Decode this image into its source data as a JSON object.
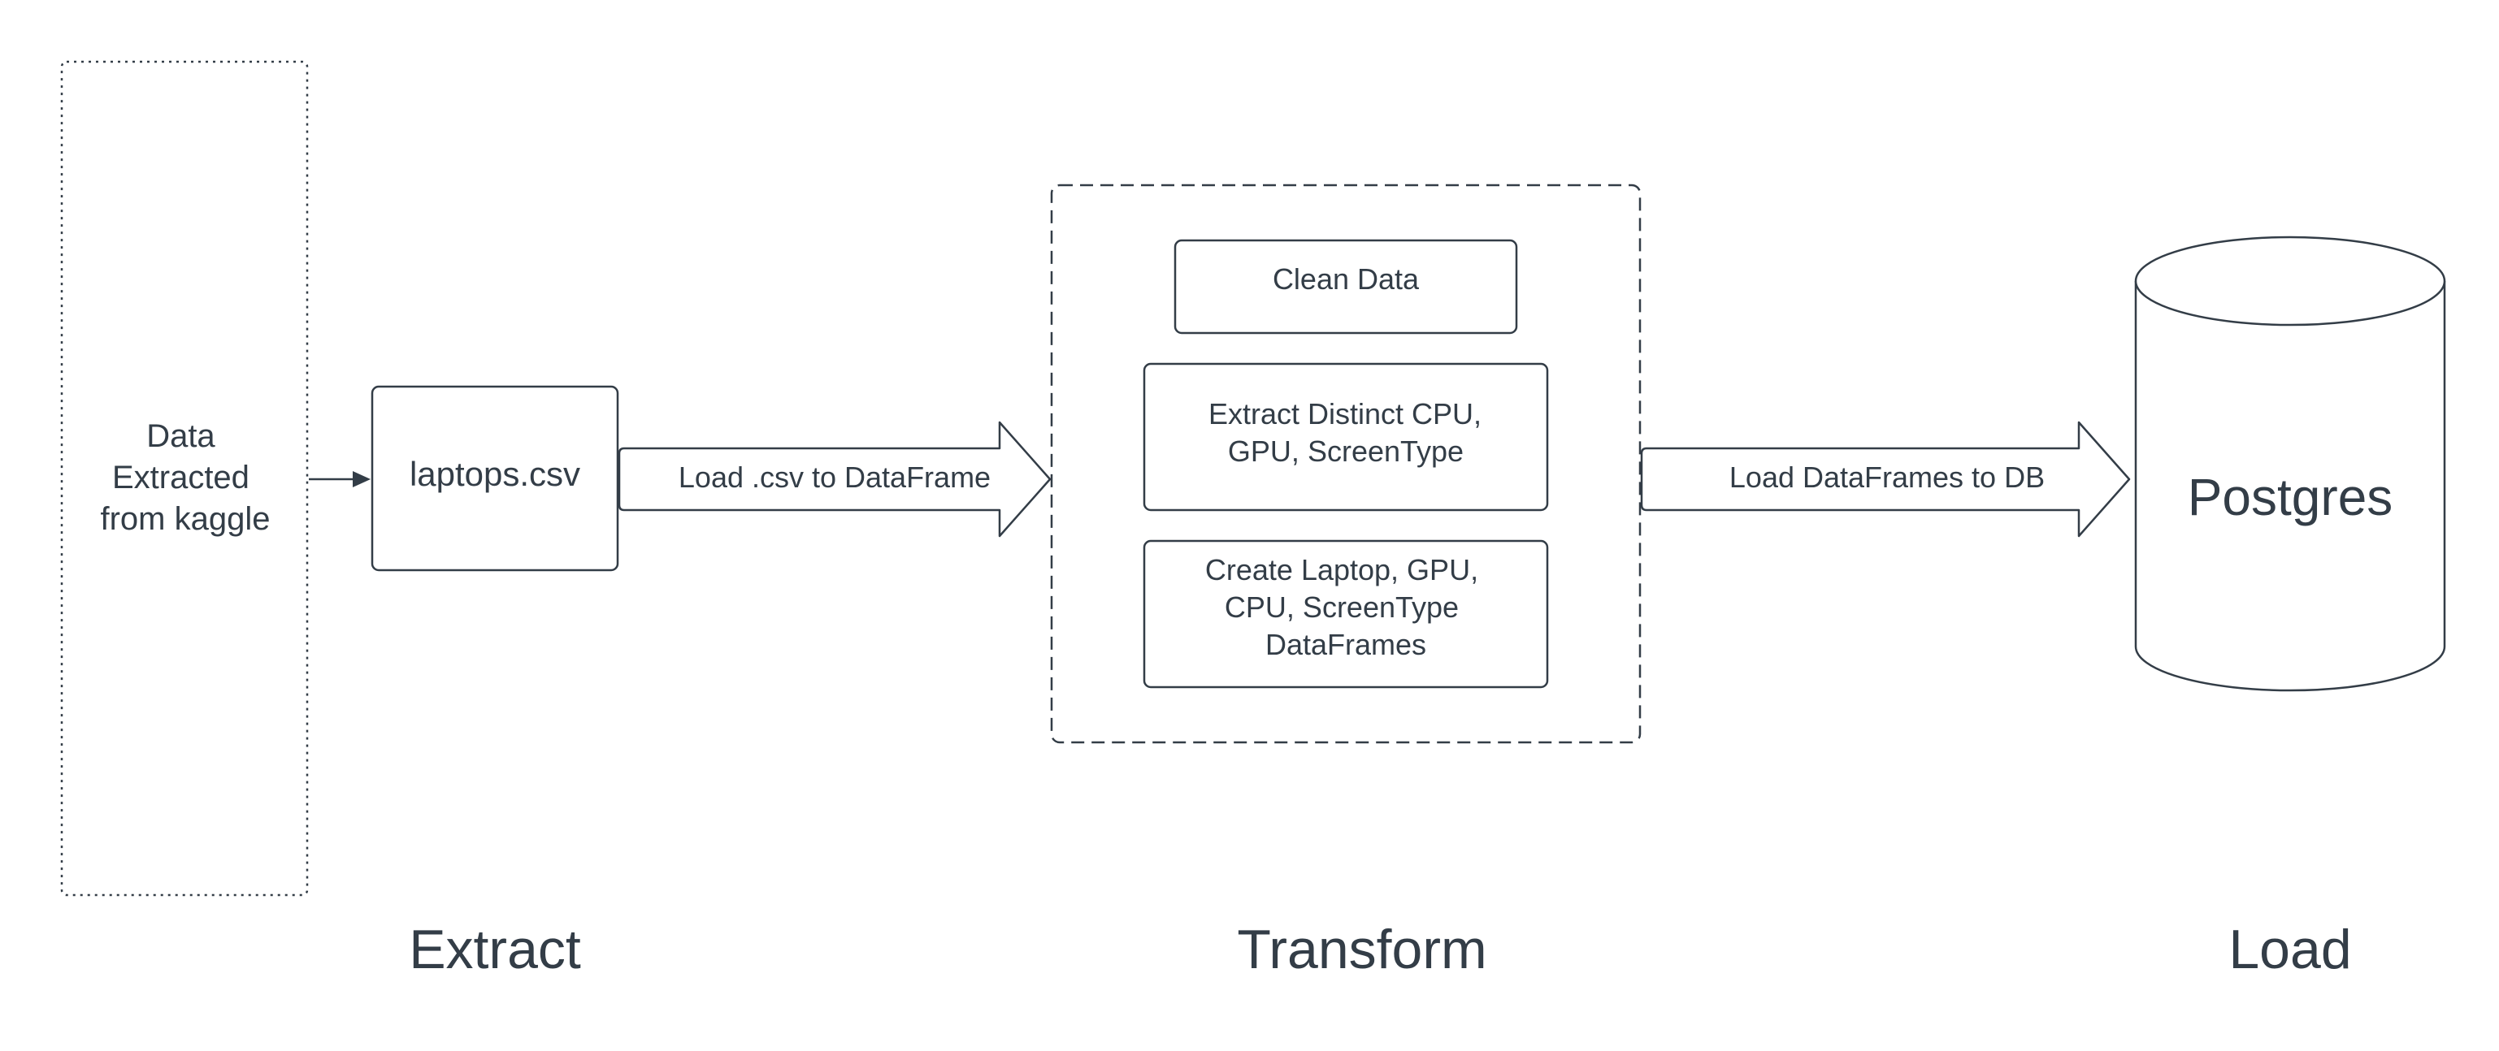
{
  "nodes": {
    "source": {
      "lines": [
        "Data",
        "Extracted",
        "from kaggle"
      ]
    },
    "csv": {
      "label": "laptops.csv"
    },
    "load_csv_arrow": {
      "label": "Load .csv to DataFrame"
    },
    "clean": {
      "label": "Clean Data"
    },
    "extract_distinct": {
      "lines": [
        "Extract Distinct CPU,",
        "GPU, ScreenType"
      ]
    },
    "create_frames": {
      "lines": [
        "Create Laptop, GPU,",
        "CPU, ScreenType",
        "DataFrames"
      ]
    },
    "load_db_arrow": {
      "label": "Load DataFrames to DB"
    },
    "postgres": {
      "label": "Postgres"
    }
  },
  "stages": {
    "extract": "Extract",
    "transform": "Transform",
    "load": "Load"
  },
  "colors": {
    "stroke": "#333d47",
    "text": "#333d47",
    "background": "#ffffff"
  }
}
